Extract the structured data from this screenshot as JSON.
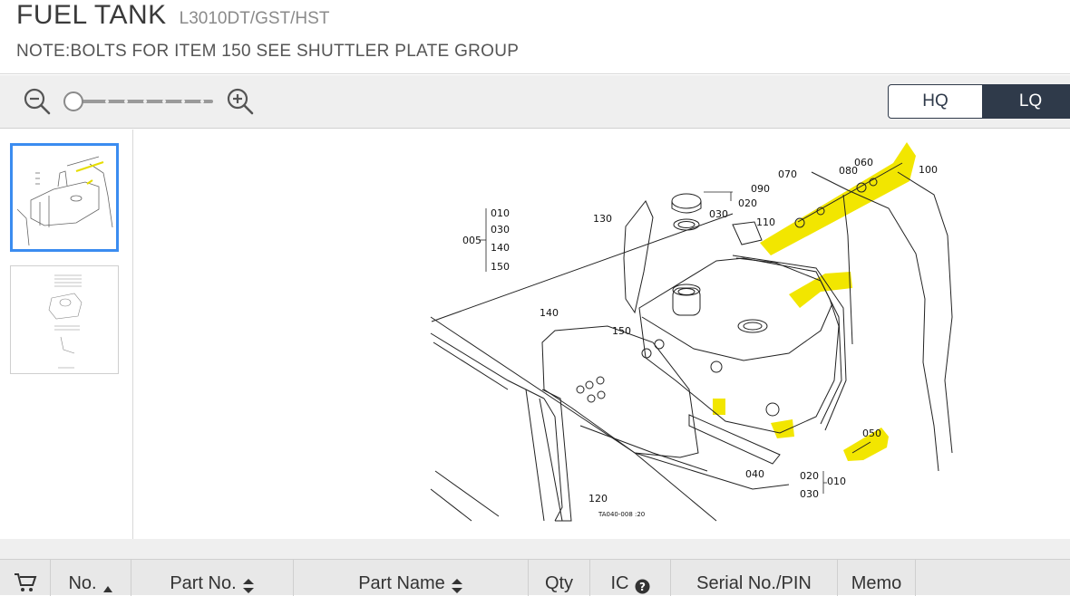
{
  "header": {
    "title": "FUEL TANK",
    "model": "L3010DT/GST/HST",
    "note": "NOTE:BOLTS FOR ITEM 150 SEE SHUTTLER PLATE GROUP"
  },
  "toolbar": {
    "zoom_out_icon": "zoom-out-icon",
    "zoom_in_icon": "zoom-in-icon",
    "zoom_level": 0,
    "quality_options": [
      "HQ",
      "LQ"
    ],
    "quality_selected": "LQ"
  },
  "diagram": {
    "callouts": {
      "c010a": "010",
      "c030a": "030",
      "c005": "005",
      "c140a": "140",
      "c150a": "150",
      "c130": "130",
      "c020a": "020",
      "c030b": "030",
      "c110": "110",
      "c090": "090",
      "c070": "070",
      "c080": "080",
      "c060": "060",
      "c100": "100",
      "c140b": "140",
      "c150b": "150",
      "c050": "050",
      "c040": "040",
      "c020b": "020",
      "c010b": "010",
      "c030c": "030",
      "c120": "120"
    },
    "code": "TA040-008 :20",
    "highlight_color": "#f2e600"
  },
  "table": {
    "columns": [
      "No.",
      "Part No.",
      "Part Name",
      "Qty",
      "IC",
      "Serial No./PIN",
      "Memo"
    ]
  }
}
